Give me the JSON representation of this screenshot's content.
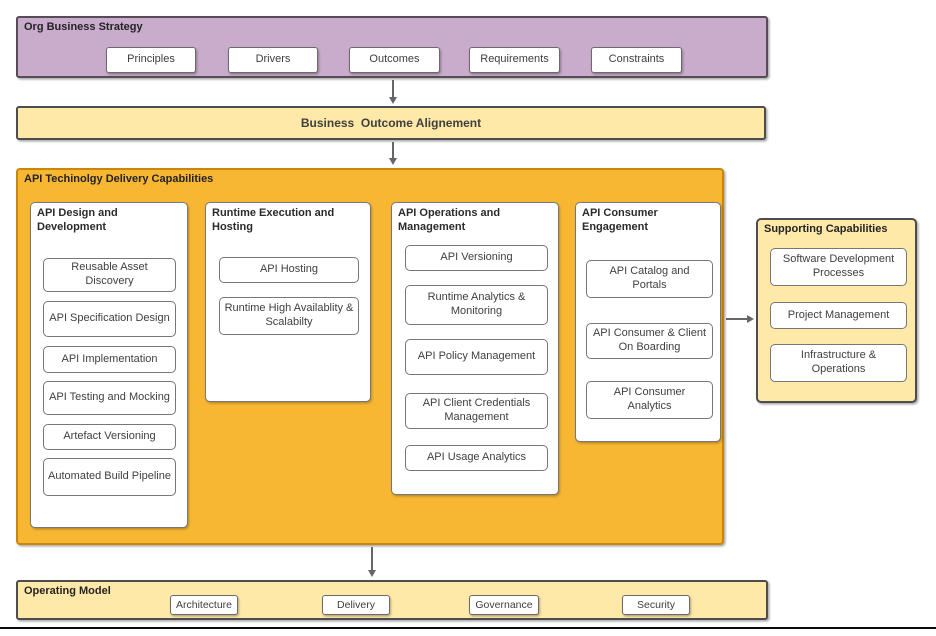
{
  "colors": {
    "strategy_fill": "#c9abcb",
    "yellow_fill": "#ffe9a8",
    "orange_fill": "#f7b733",
    "arrow": "#666666"
  },
  "org_strategy": {
    "title": "Org Business Strategy",
    "items": [
      "Principles",
      "Drivers",
      "Outcomes",
      "Requirements",
      "Constraints"
    ]
  },
  "alignment_bar": {
    "label": "Business  Outcome Alignement"
  },
  "delivery": {
    "title": "API Techinolgy Delivery Capabilities",
    "columns": [
      {
        "title": "API Design and Development",
        "items": [
          "Reusable Asset Discovery",
          "API Specification Design",
          "API Implementation",
          "API Testing and Mocking",
          "Artefact Versioning",
          "Automated Build Pipeline"
        ]
      },
      {
        "title": "Runtime Execution and Hosting",
        "items": [
          "API Hosting",
          "Runtime High Availablity & Scalabilty"
        ]
      },
      {
        "title": "API Operations and Management",
        "items": [
          "API Versioning",
          "Runtime Analytics & Monitoring",
          "API Policy Management",
          "API Client Credentials Management",
          "API Usage Analytics"
        ]
      },
      {
        "title": "API Consumer Engagement",
        "items": [
          "API Catalog and Portals",
          "API Consumer & Client On Boarding",
          "API Consumer Analytics"
        ]
      }
    ]
  },
  "supporting": {
    "title": "Supporting Capabilities",
    "items": [
      "Software Development Processes",
      "Project Management",
      "Infrastructure & Operations"
    ]
  },
  "operating_model": {
    "title": "Operating Model",
    "items": [
      "Architecture",
      "Delivery",
      "Governance",
      "Security"
    ]
  }
}
